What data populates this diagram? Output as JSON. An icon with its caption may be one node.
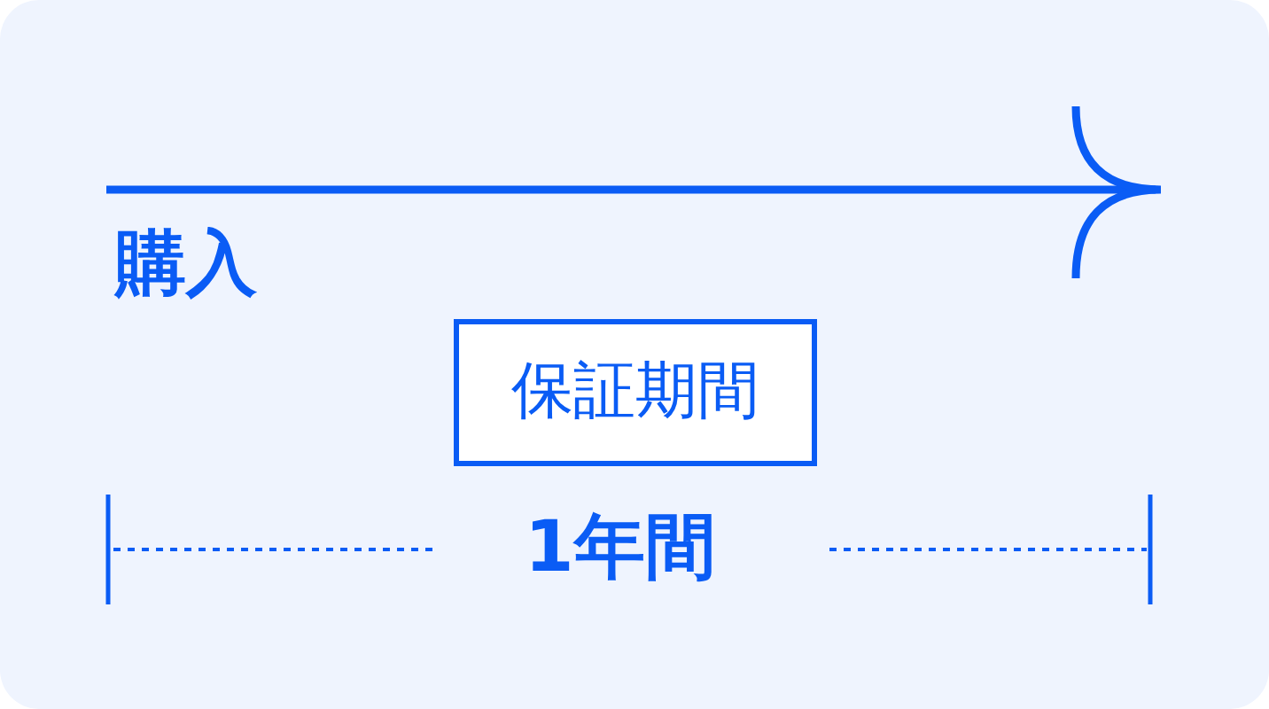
{
  "diagram": {
    "nodes": [
      {
        "text": [
          "保証期間"
        ]
      }
    ],
    "labels": [
      "購入",
      "1年間"
    ]
  }
}
